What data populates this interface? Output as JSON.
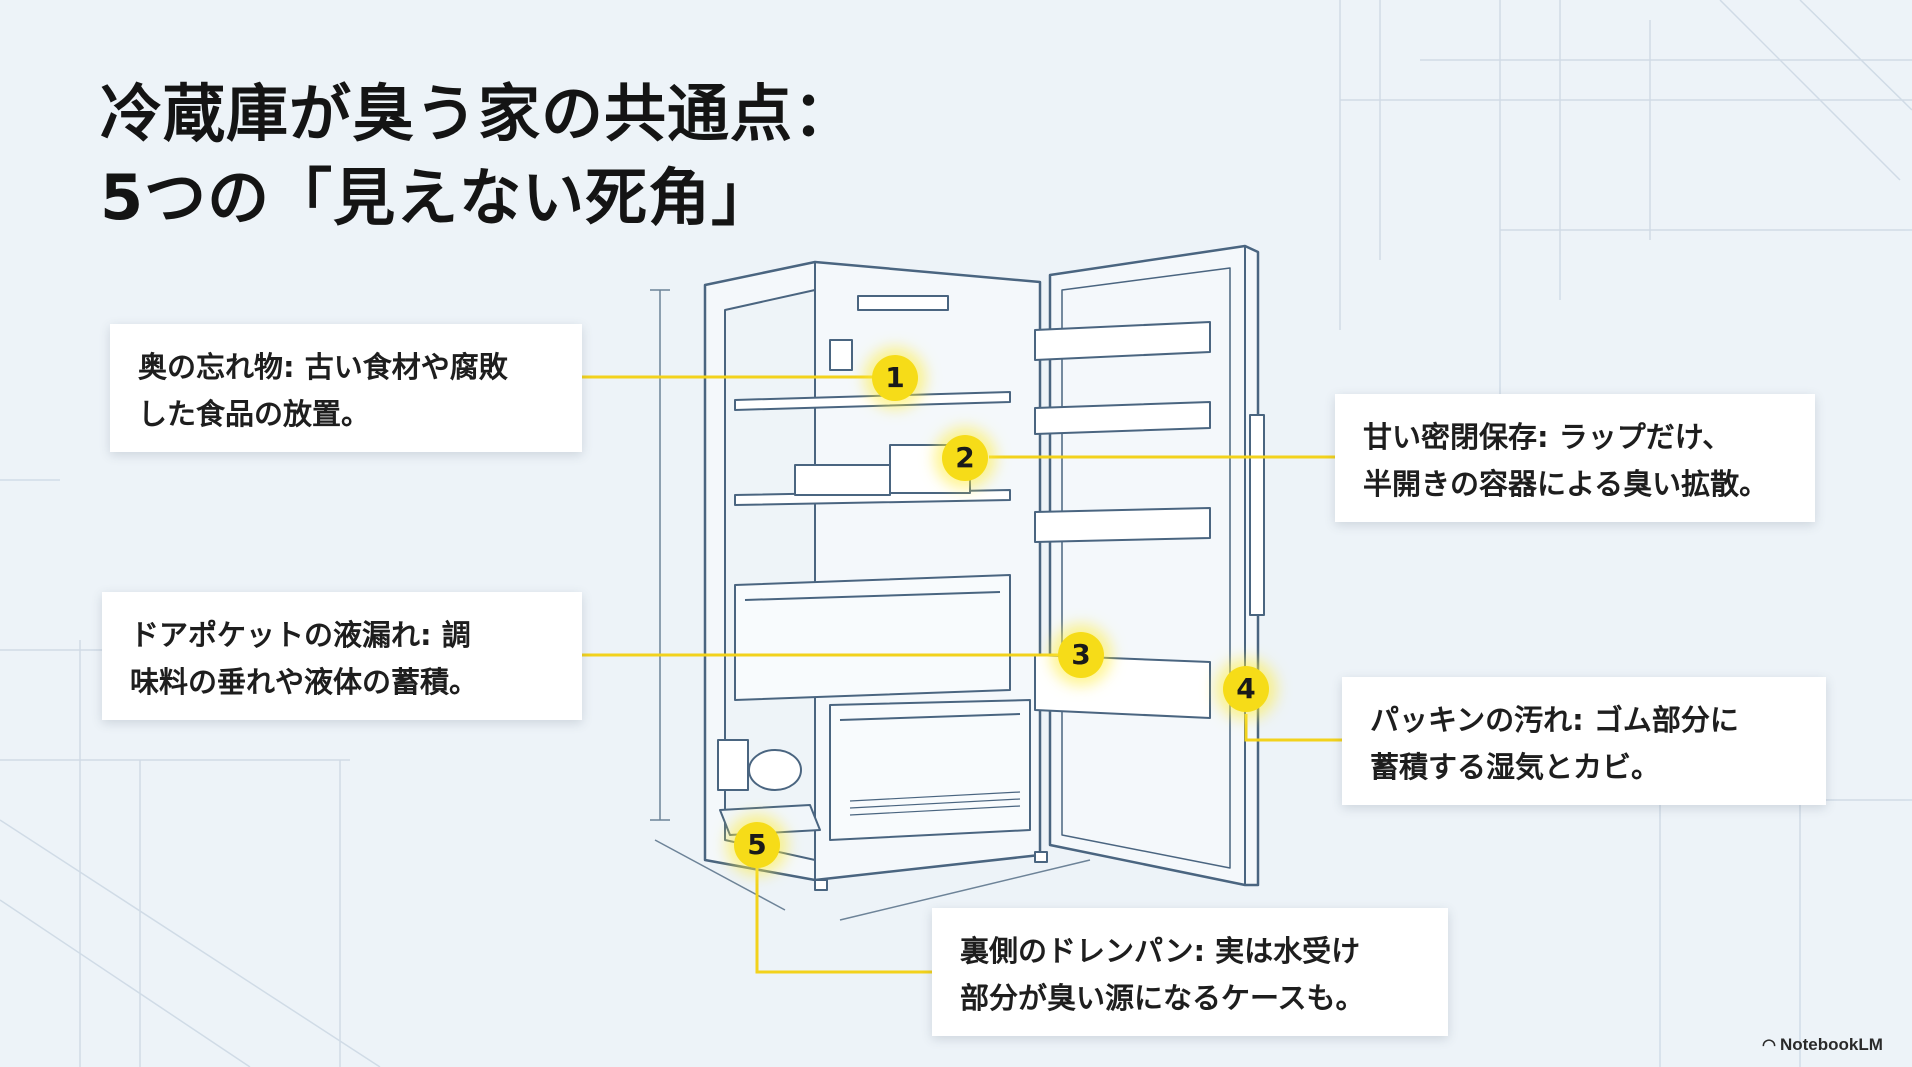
{
  "title": {
    "line1": "冷蔵庫が臭う家の共通点：",
    "line2": "5つの「見えない死角」"
  },
  "callouts": [
    {
      "number": "1",
      "line1": "奥の忘れ物: 古い食材や腐敗",
      "line2": "した食品の放置。"
    },
    {
      "number": "2",
      "line1": "甘い密閉保存: ラップだけ、",
      "line2": "半開きの容器による臭い拡散。"
    },
    {
      "number": "3",
      "line1": "ドアポケットの液漏れ: 調",
      "line2": "味料の垂れや液体の蓄積。"
    },
    {
      "number": "4",
      "line1": "パッキンの汚れ: ゴム部分に",
      "line2": "蓄積する湿気とカビ。"
    },
    {
      "number": "5",
      "line1": "裏側のドレンパン: 実は水受け",
      "line2": "部分が臭い源になるケースも。"
    }
  ],
  "branding": {
    "label": "NotebookLM",
    "icon": "notebooklm-logo-icon"
  },
  "colors": {
    "accent": "#f6dc18",
    "line": "#4a6580",
    "background": "#edf3f8"
  }
}
